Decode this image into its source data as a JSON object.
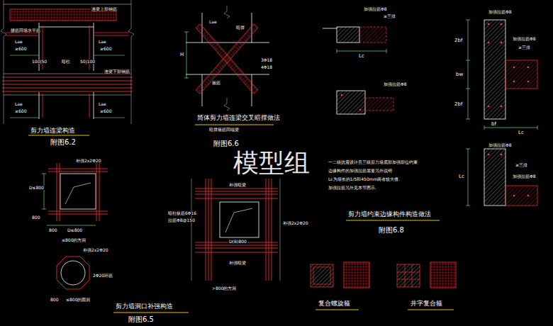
{
  "diagram": {
    "labels": [
      "连梁上部钢筋",
      "腰筋同墙水平筋",
      "Lae",
      "≥600",
      "Lae",
      "≥600",
      "100|50",
      "暗柱",
      "50|100",
      "连梁下部钢筋",
      "Lae",
      "≥600",
      "Lae",
      "≥600",
      "剪力墙连梁构造",
      "附图6.2",
      "H",
      "Lae",
      "暗撑",
      "箍筋",
      "3Φ18",
      "4Φ18",
      "筒体剪力墙连梁交叉暗撑做法",
      "暗撑箍筋同端梁",
      "附图6.6",
      "加强拉筋Φ8",
      "≥三排",
      "Lc",
      "加强拉筋Φ8",
      "加强拉筋Φ8",
      "加强拉筋Φ8",
      "≥三排",
      "2bf",
      "bw",
      "2bf",
      "bf",
      "Lc",
      "加强拉筋Φ8",
      "≥三排",
      "加强拉筋Φ8",
      "Lc",
      "一二级抗震设计且三级剪力墙底部加强部位约束",
      "边缘构件的加强拉筋需要另外说明",
      "Lc为墙长的1/5和450mm两者较大值.",
      "加强拉筋另外见本节图示.",
      "剪力墙约束边缘构件构造做法",
      "附图6.8",
      "补强2x2Φ20",
      "D≤800",
      "800",
      "800",
      "D≤800",
      "≤800的方洞",
      "补强2x2Φ20",
      "2Φ20环筋",
      "800",
      "≤800的圆洞",
      "剪力墙洞口补强构造",
      "附图6.5",
      "补强暗梁",
      "暗柱纵筋6Φ16",
      "拉筋Φ8@150",
      "D(B)800",
      "补强2x2Φ20",
      "补强暗梁",
      ">800的方洞",
      "复合螺旋箍",
      "井字复合箍",
      "模型组"
    ]
  }
}
